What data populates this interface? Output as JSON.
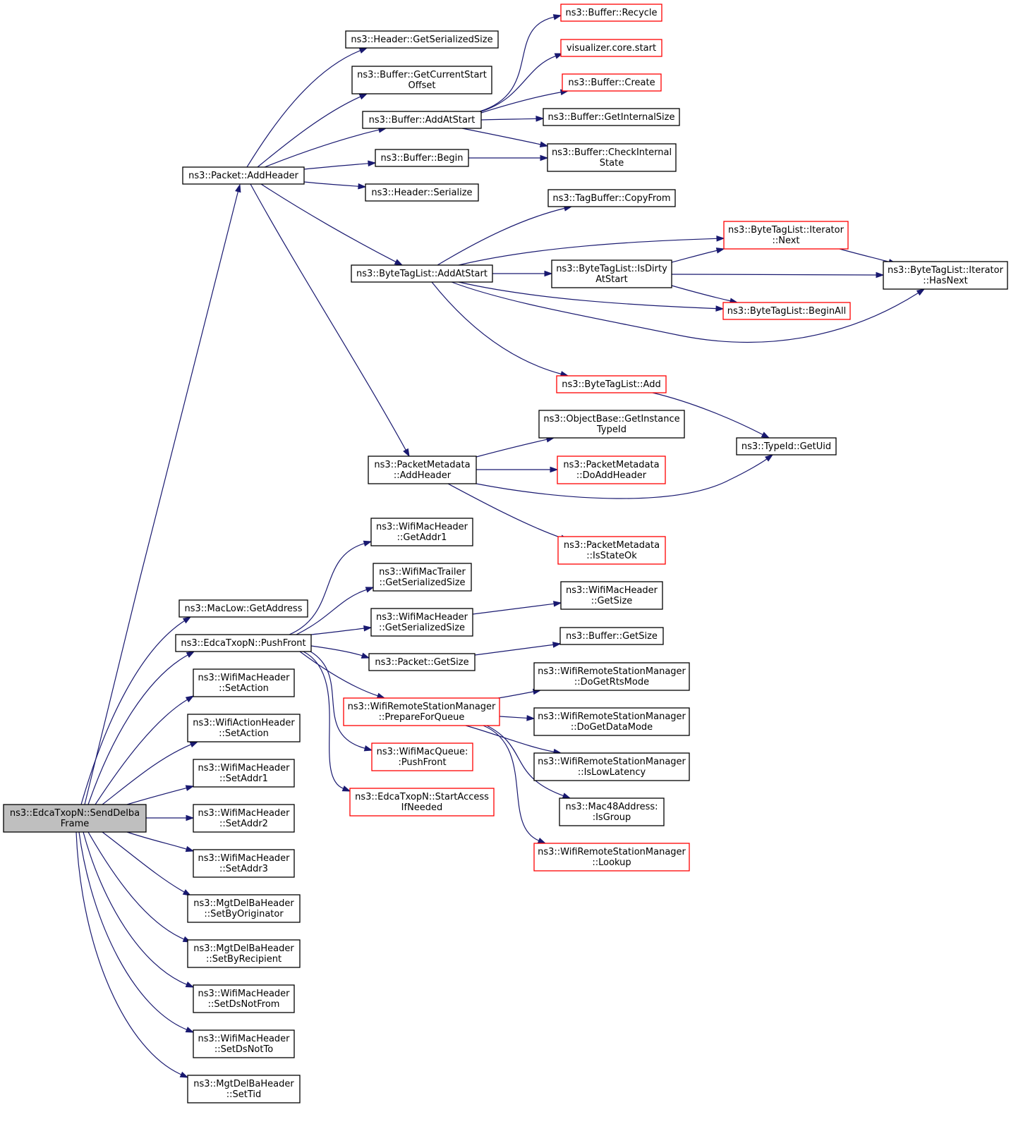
{
  "nodes": [
    {
      "id": "root",
      "style": "root",
      "lines": [
        "ns3::EdcaTxopN::SendDelba",
        "Frame"
      ]
    },
    {
      "id": "add_header",
      "style": "normal",
      "lines": [
        "ns3::Packet::AddHeader"
      ]
    },
    {
      "id": "get_address",
      "style": "normal",
      "lines": [
        "ns3::MacLow::GetAddress"
      ]
    },
    {
      "id": "push_front",
      "style": "normal",
      "lines": [
        "ns3::EdcaTxopN::PushFront"
      ]
    },
    {
      "id": "wmh_setaction",
      "style": "normal",
      "lines": [
        "ns3::WifiMacHeader",
        "::SetAction"
      ]
    },
    {
      "id": "wah_setaction",
      "style": "normal",
      "lines": [
        "ns3::WifiActionHeader",
        "::SetAction"
      ]
    },
    {
      "id": "setaddr1",
      "style": "normal",
      "lines": [
        "ns3::WifiMacHeader",
        "::SetAddr1"
      ]
    },
    {
      "id": "setaddr2",
      "style": "normal",
      "lines": [
        "ns3::WifiMacHeader",
        "::SetAddr2"
      ]
    },
    {
      "id": "setaddr3",
      "style": "normal",
      "lines": [
        "ns3::WifiMacHeader",
        "::SetAddr3"
      ]
    },
    {
      "id": "setbyorig",
      "style": "normal",
      "lines": [
        "ns3::MgtDelBaHeader",
        "::SetByOriginator"
      ]
    },
    {
      "id": "setbyrecip",
      "style": "normal",
      "lines": [
        "ns3::MgtDelBaHeader",
        "::SetByRecipient"
      ]
    },
    {
      "id": "setdsnotfrom",
      "style": "normal",
      "lines": [
        "ns3::WifiMacHeader",
        "::SetDsNotFrom"
      ]
    },
    {
      "id": "setdsnotto",
      "style": "normal",
      "lines": [
        "ns3::WifiMacHeader",
        "::SetDsNotTo"
      ]
    },
    {
      "id": "settid",
      "style": "normal",
      "lines": [
        "ns3::MgtDelBaHeader",
        "::SetTid"
      ]
    },
    {
      "id": "hdr_getsersize",
      "style": "normal",
      "lines": [
        "ns3::Header::GetSerializedSize"
      ]
    },
    {
      "id": "buf_getcurstart",
      "style": "normal",
      "lines": [
        "ns3::Buffer::GetCurrentStart",
        "Offset"
      ]
    },
    {
      "id": "buf_addatstart",
      "style": "normal",
      "lines": [
        "ns3::Buffer::AddAtStart"
      ]
    },
    {
      "id": "buf_begin",
      "style": "normal",
      "lines": [
        "ns3::Buffer::Begin"
      ]
    },
    {
      "id": "hdr_serialize",
      "style": "normal",
      "lines": [
        "ns3::Header::Serialize"
      ]
    },
    {
      "id": "btl_addatstart",
      "style": "normal",
      "lines": [
        "ns3::ByteTagList::AddAtStart"
      ]
    },
    {
      "id": "pm_addheader",
      "style": "normal",
      "lines": [
        "ns3::PacketMetadata",
        "::AddHeader"
      ]
    },
    {
      "id": "buf_recycle",
      "style": "red",
      "lines": [
        "ns3::Buffer::Recycle"
      ]
    },
    {
      "id": "viz_start",
      "style": "red",
      "lines": [
        "visualizer.core.start"
      ]
    },
    {
      "id": "buf_create",
      "style": "red",
      "lines": [
        "ns3::Buffer::Create"
      ]
    },
    {
      "id": "buf_getinternalsize",
      "style": "normal",
      "lines": [
        "ns3::Buffer::GetInternalSize"
      ]
    },
    {
      "id": "buf_checkinternal",
      "style": "normal",
      "lines": [
        "ns3::Buffer::CheckInternal",
        "State"
      ]
    },
    {
      "id": "tagbuf_copyfrom",
      "style": "normal",
      "lines": [
        "ns3::TagBuffer::CopyFrom"
      ]
    },
    {
      "id": "btl_isdirty",
      "style": "normal",
      "lines": [
        "ns3::ByteTagList::IsDirty",
        "AtStart"
      ]
    },
    {
      "id": "btl_it_next",
      "style": "red",
      "lines": [
        "ns3::ByteTagList::Iterator",
        "::Next"
      ]
    },
    {
      "id": "btl_it_hasnext",
      "style": "normal",
      "lines": [
        "ns3::ByteTagList::Iterator",
        "::HasNext"
      ]
    },
    {
      "id": "btl_beginall",
      "style": "red",
      "lines": [
        "ns3::ByteTagList::BeginAll"
      ]
    },
    {
      "id": "btl_add",
      "style": "red",
      "lines": [
        "ns3::ByteTagList::Add"
      ]
    },
    {
      "id": "ob_getinstance",
      "style": "normal",
      "lines": [
        "ns3::ObjectBase::GetInstance",
        "TypeId"
      ]
    },
    {
      "id": "pm_doaddheader",
      "style": "red",
      "lines": [
        "ns3::PacketMetadata",
        "::DoAddHeader"
      ]
    },
    {
      "id": "typeid_getuid",
      "style": "normal",
      "lines": [
        "ns3::TypeId::GetUid"
      ]
    },
    {
      "id": "pm_isstateok",
      "style": "red",
      "lines": [
        "ns3::PacketMetadata",
        "::IsStateOk"
      ]
    },
    {
      "id": "wmh_getaddr1",
      "style": "normal",
      "lines": [
        "ns3::WifiMacHeader",
        "::GetAddr1"
      ]
    },
    {
      "id": "wmt_getsersize",
      "style": "normal",
      "lines": [
        "ns3::WifiMacTrailer",
        "::GetSerializedSize"
      ]
    },
    {
      "id": "wmh_getsersize",
      "style": "normal",
      "lines": [
        "ns3::WifiMacHeader",
        "::GetSerializedSize"
      ]
    },
    {
      "id": "pkt_getsize",
      "style": "normal",
      "lines": [
        "ns3::Packet::GetSize"
      ]
    },
    {
      "id": "wrsm_prepare",
      "style": "red",
      "lines": [
        "ns3::WifiRemoteStationManager",
        "::PrepareForQueue"
      ]
    },
    {
      "id": "wmq_pushfront",
      "style": "red",
      "lines": [
        "ns3::WifiMacQueue:",
        ":PushFront"
      ]
    },
    {
      "id": "edca_startaccess",
      "style": "red",
      "lines": [
        "ns3::EdcaTxopN::StartAccess",
        "IfNeeded"
      ]
    },
    {
      "id": "wmh_getsize",
      "style": "normal",
      "lines": [
        "ns3::WifiMacHeader",
        "::GetSize"
      ]
    },
    {
      "id": "buf_getsize",
      "style": "normal",
      "lines": [
        "ns3::Buffer::GetSize"
      ]
    },
    {
      "id": "wrsm_rts",
      "style": "normal",
      "lines": [
        "ns3::WifiRemoteStationManager",
        "::DoGetRtsMode"
      ]
    },
    {
      "id": "wrsm_data",
      "style": "normal",
      "lines": [
        "ns3::WifiRemoteStationManager",
        "::DoGetDataMode"
      ]
    },
    {
      "id": "wrsm_lowlat",
      "style": "normal",
      "lines": [
        "ns3::WifiRemoteStationManager",
        "::IsLowLatency"
      ]
    },
    {
      "id": "mac48_isgroup",
      "style": "normal",
      "lines": [
        "ns3::Mac48Address:",
        ":IsGroup"
      ]
    },
    {
      "id": "wrsm_lookup",
      "style": "red",
      "lines": [
        "ns3::WifiRemoteStationManager",
        "::Lookup"
      ]
    }
  ],
  "edges": [
    [
      "root",
      "add_header"
    ],
    [
      "root",
      "get_address"
    ],
    [
      "root",
      "push_front"
    ],
    [
      "root",
      "wmh_setaction"
    ],
    [
      "root",
      "wah_setaction"
    ],
    [
      "root",
      "setaddr1"
    ],
    [
      "root",
      "setaddr2"
    ],
    [
      "root",
      "setaddr3"
    ],
    [
      "root",
      "setbyorig"
    ],
    [
      "root",
      "setbyrecip"
    ],
    [
      "root",
      "setdsnotfrom"
    ],
    [
      "root",
      "setdsnotto"
    ],
    [
      "root",
      "settid"
    ],
    [
      "add_header",
      "hdr_getsersize"
    ],
    [
      "add_header",
      "buf_getcurstart"
    ],
    [
      "add_header",
      "buf_addatstart"
    ],
    [
      "add_header",
      "buf_begin"
    ],
    [
      "add_header",
      "hdr_serialize"
    ],
    [
      "add_header",
      "btl_addatstart"
    ],
    [
      "add_header",
      "pm_addheader"
    ],
    [
      "buf_addatstart",
      "buf_recycle"
    ],
    [
      "buf_addatstart",
      "viz_start"
    ],
    [
      "buf_addatstart",
      "buf_create"
    ],
    [
      "buf_addatstart",
      "buf_getinternalsize"
    ],
    [
      "buf_addatstart",
      "buf_checkinternal"
    ],
    [
      "buf_begin",
      "buf_checkinternal"
    ],
    [
      "btl_addatstart",
      "tagbuf_copyfrom"
    ],
    [
      "btl_addatstart",
      "btl_it_next"
    ],
    [
      "btl_addatstart",
      "btl_isdirty"
    ],
    [
      "btl_addatstart",
      "btl_beginall"
    ],
    [
      "btl_addatstart",
      "btl_it_hasnext"
    ],
    [
      "btl_addatstart",
      "btl_add"
    ],
    [
      "btl_isdirty",
      "btl_it_next"
    ],
    [
      "btl_isdirty",
      "btl_it_hasnext"
    ],
    [
      "btl_isdirty",
      "btl_beginall"
    ],
    [
      "btl_it_next",
      "btl_it_hasnext"
    ],
    [
      "btl_add",
      "typeid_getuid"
    ],
    [
      "pm_addheader",
      "ob_getinstance"
    ],
    [
      "pm_addheader",
      "pm_doaddheader"
    ],
    [
      "pm_addheader",
      "typeid_getuid"
    ],
    [
      "pm_addheader",
      "pm_isstateok"
    ],
    [
      "push_front",
      "wmh_getaddr1"
    ],
    [
      "push_front",
      "wmt_getsersize"
    ],
    [
      "push_front",
      "wmh_getsersize"
    ],
    [
      "push_front",
      "pkt_getsize"
    ],
    [
      "push_front",
      "wrsm_prepare"
    ],
    [
      "push_front",
      "wmq_pushfront"
    ],
    [
      "push_front",
      "edca_startaccess"
    ],
    [
      "wmh_getsersize",
      "wmh_getsize"
    ],
    [
      "pkt_getsize",
      "buf_getsize"
    ],
    [
      "wrsm_prepare",
      "wrsm_rts"
    ],
    [
      "wrsm_prepare",
      "wrsm_data"
    ],
    [
      "wrsm_prepare",
      "wrsm_lowlat"
    ],
    [
      "wrsm_prepare",
      "mac48_isgroup"
    ],
    [
      "wrsm_prepare",
      "wrsm_lookup"
    ]
  ]
}
